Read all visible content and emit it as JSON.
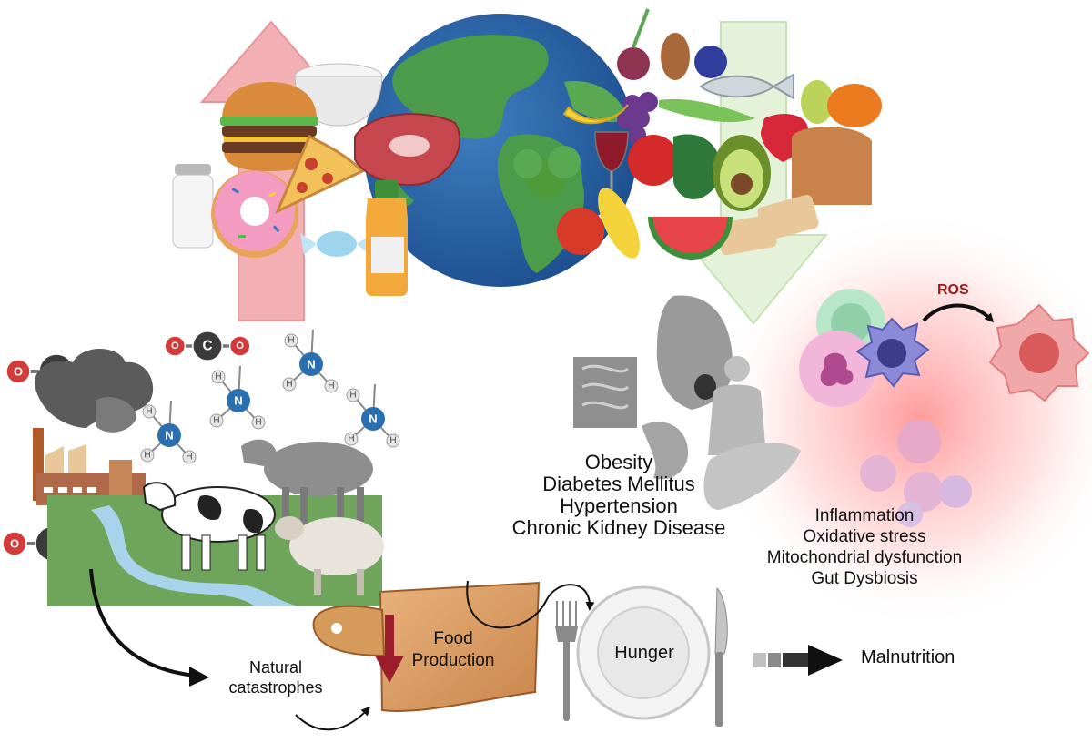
{
  "diseases": [
    "Obesity",
    "Diabetes Mellitus",
    "Hypertension",
    "Chronic Kidney Disease"
  ],
  "cell_effects": [
    "Inflammation",
    "Oxidative stress",
    "Mitochondrial dysfunction",
    "Gut Dysbiosis"
  ],
  "ros_label": "ROS",
  "food_production": [
    "Food",
    "Production"
  ],
  "natural_catastrophes": [
    "Natural",
    "catastrophes"
  ],
  "hunger_label": "Hunger",
  "malnutrition_label": "Malnutrition",
  "molecules": {
    "co2": {
      "atoms": [
        "O",
        "C",
        "O"
      ],
      "colors": {
        "oxygen": "#d33a3a",
        "carbon": "#3b3b3b"
      }
    },
    "nh3": {
      "center": "N",
      "hydrogen": "H",
      "colors": {
        "nitrogen": "#2a6fb0",
        "hydrogen": "#e6e6e6"
      }
    }
  },
  "colors": {
    "unhealthy_arrow": "#f2b0b5",
    "healthy_arrow": "#dcefcf",
    "inflammation_glow": "#ff5a5a",
    "land": "#6ea55a",
    "river": "#a9d3ea",
    "down_arrow_production": "#9b1c2a",
    "ros_text": "#a01818"
  },
  "icons": [
    "earth-globe",
    "burger",
    "pizza",
    "donut",
    "salt-shaker",
    "sugar-bowl",
    "steak",
    "juice-bottle",
    "candy",
    "vegetables",
    "fruits",
    "fish",
    "bread",
    "wine-glass",
    "factory",
    "cow",
    "sheep",
    "cutting-board",
    "plate",
    "fork",
    "knife",
    "intestine",
    "heart",
    "kidney",
    "pancreas",
    "person-obese",
    "immune-cell",
    "damaged-cell"
  ]
}
